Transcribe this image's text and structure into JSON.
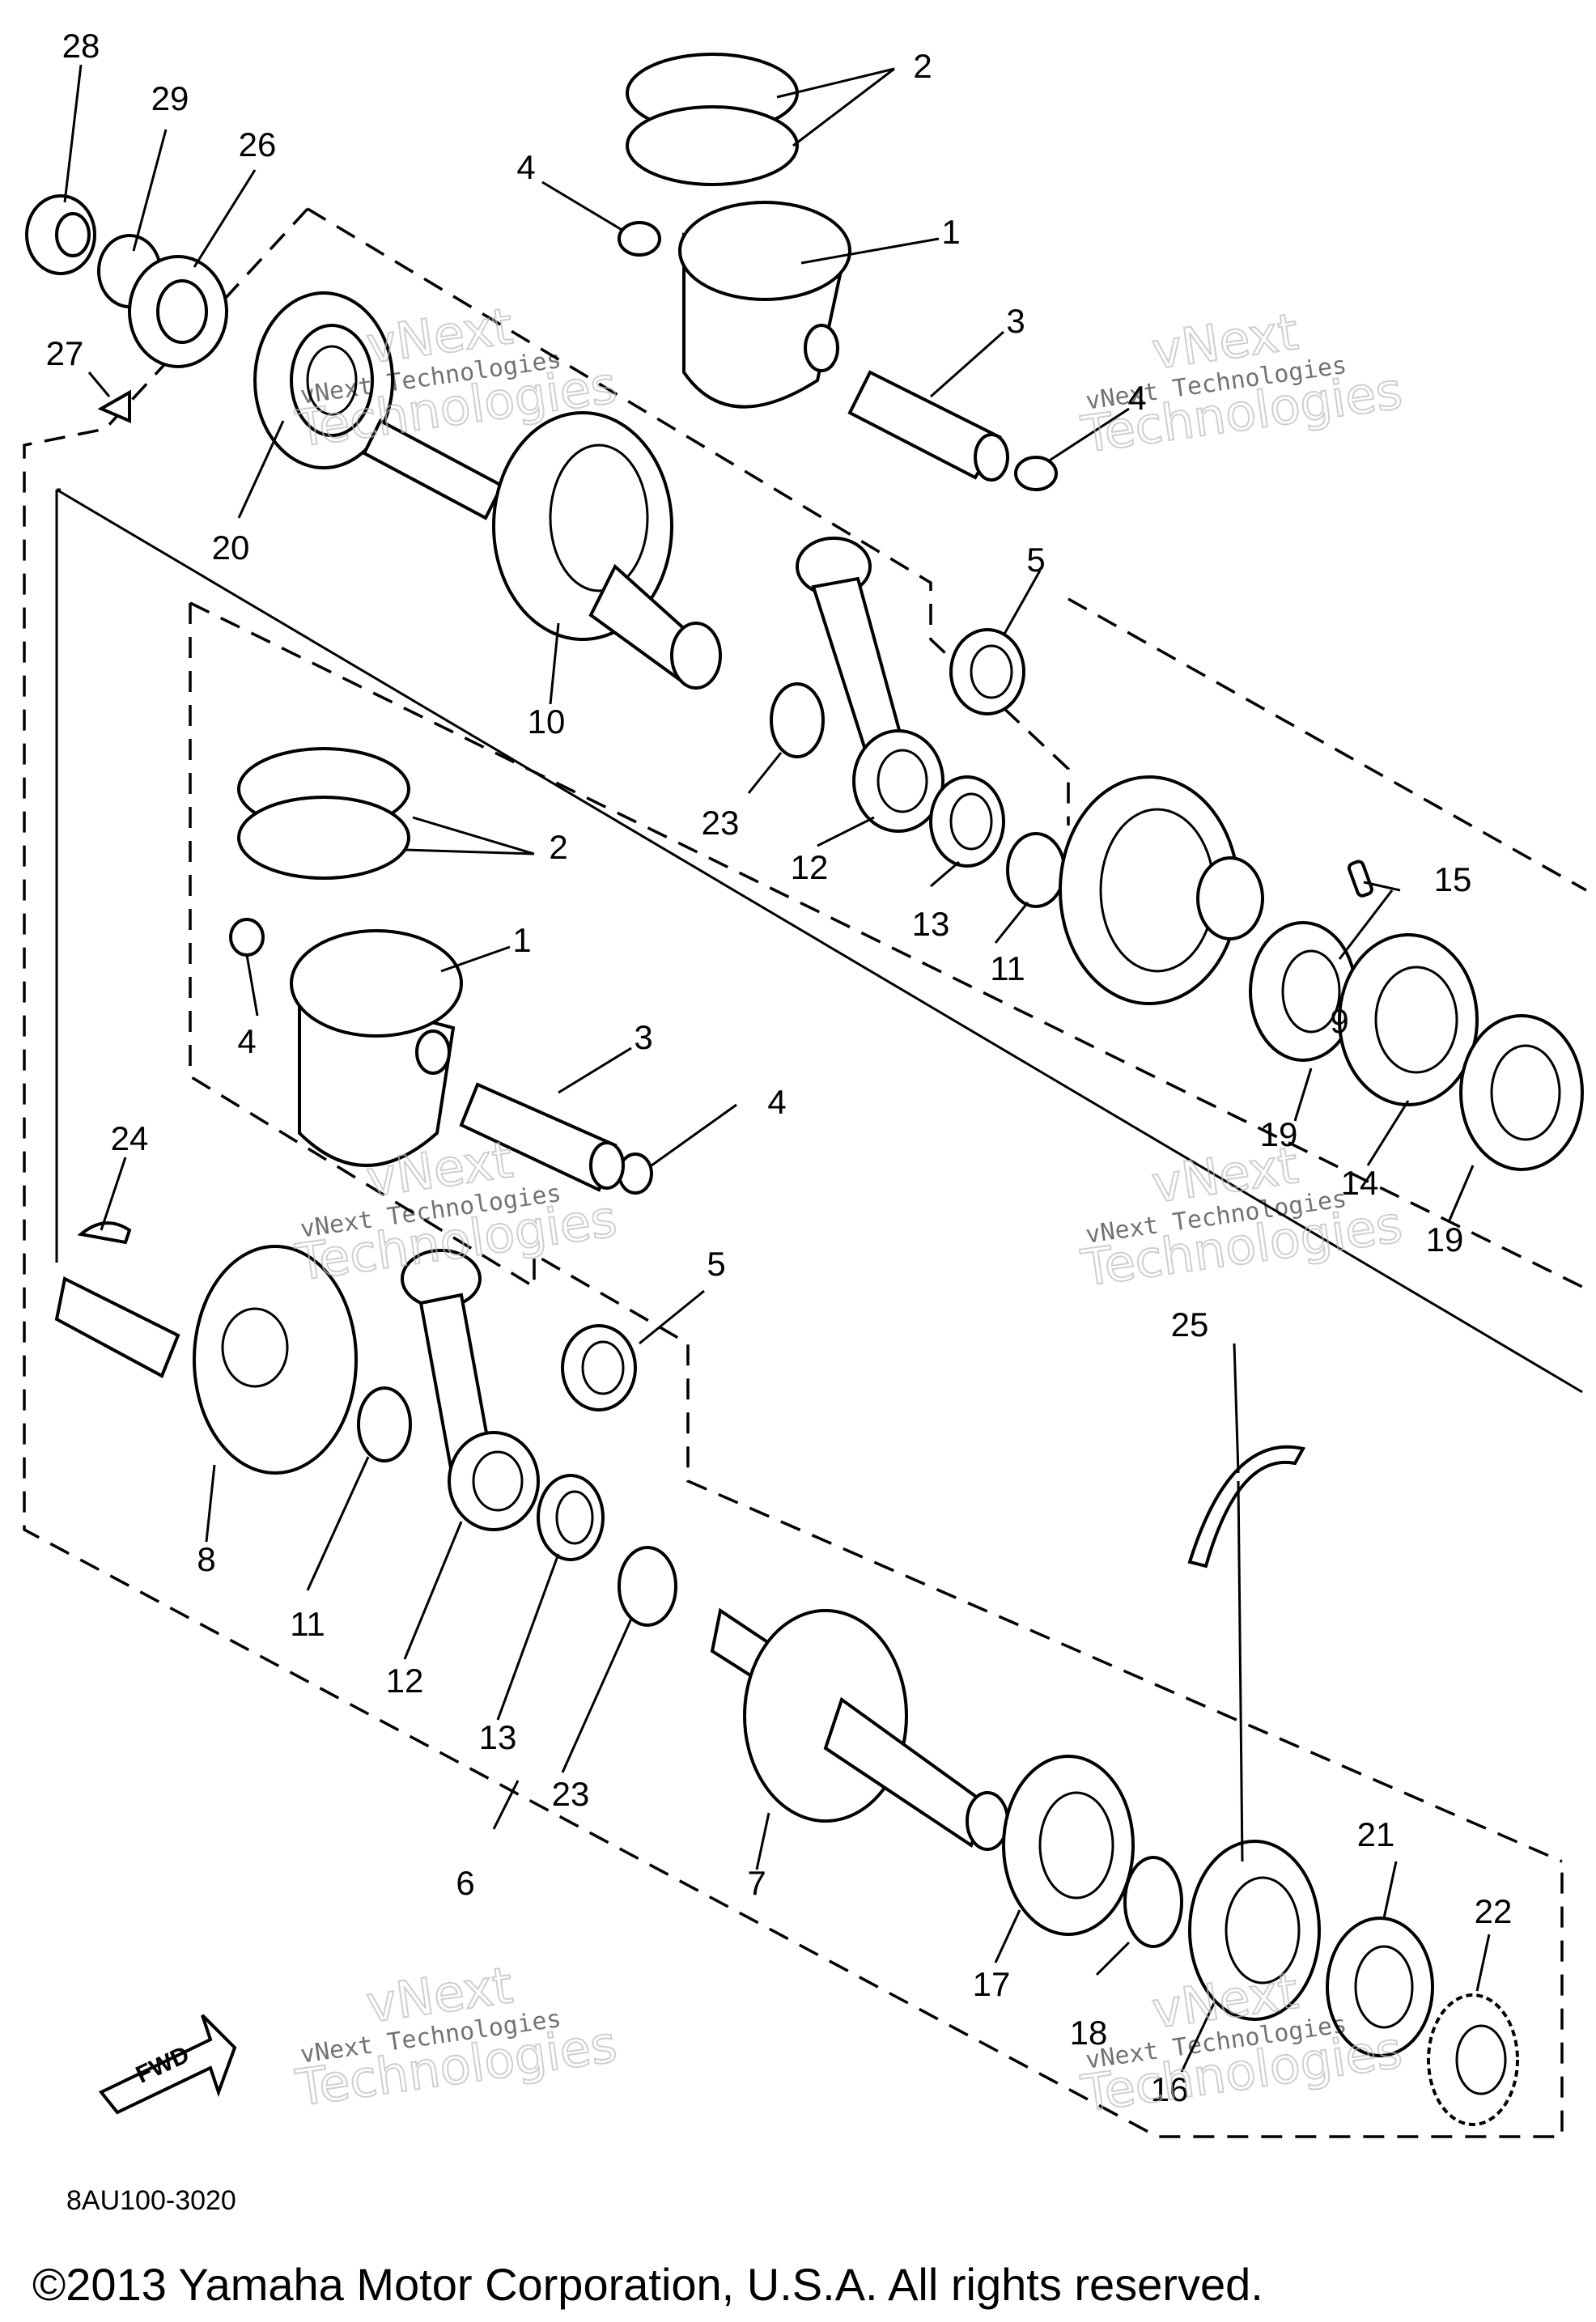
{
  "diagram_code": "8AU100-3020",
  "copyright": "©2013 Yamaha Motor Corporation, U.S.A. All rights reserved.",
  "fwd_label": "FWD",
  "watermark": {
    "line1": "vNext",
    "line2": "Technologies",
    "small": "vNext Technologies"
  },
  "callouts": [
    "28",
    "29",
    "26",
    "27",
    "20",
    "2",
    "4",
    "1",
    "3",
    "4",
    "10",
    "5",
    "23",
    "12",
    "13",
    "11",
    "2",
    "1",
    "4",
    "3",
    "4",
    "9",
    "15",
    "19",
    "14",
    "19",
    "24",
    "5",
    "8",
    "11",
    "12",
    "13",
    "23",
    "25",
    "6",
    "7",
    "17",
    "18",
    "16",
    "21",
    "22"
  ]
}
